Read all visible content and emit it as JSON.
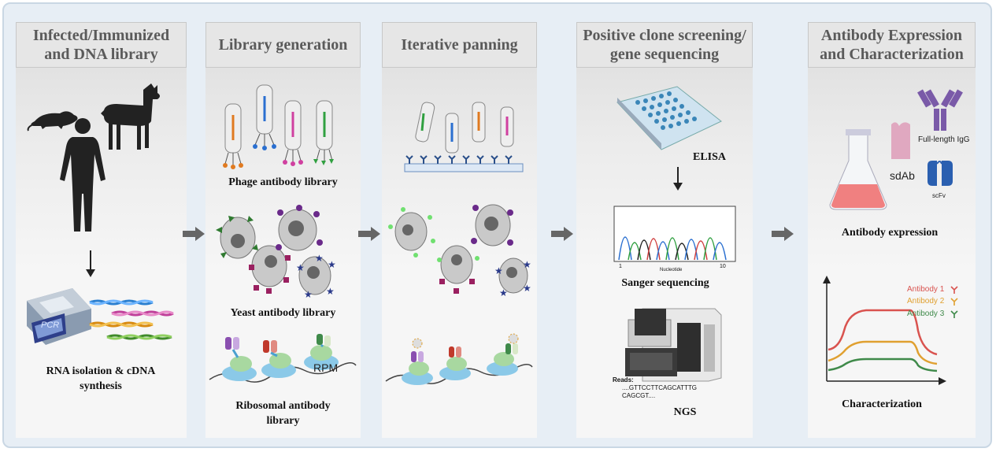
{
  "stages": [
    {
      "title": "Infected/Immunized\nand DNA library"
    },
    {
      "title": "Library generation"
    },
    {
      "title": "Iterative panning"
    },
    {
      "title": "Positive clone screening/\ngene sequencing"
    },
    {
      "title": "Antibody Expression\nand Characterization"
    }
  ],
  "stage1": {
    "pcr_label": "PCR",
    "caption": "RNA isolation & cDNA\nsynthesis"
  },
  "stage2": {
    "phage_caption": "Phage antibody library",
    "yeast_caption": "Yeast antibody library",
    "rpm_label": "RPM",
    "ribosome_caption": "Ribosomal antibody\nlibrary"
  },
  "stage4": {
    "elisa_label": "ELISA",
    "axis_start": "1",
    "axis_end": "10",
    "axis_label": "Nucleotide",
    "sanger_caption": "Sanger sequencing",
    "reads_label": "Reads:",
    "reads_seq": "....GTTCCTTCAGCATTTG\nCAGCGT....",
    "ngs_caption": "NGS"
  },
  "stage5": {
    "igg_label": "Full-length IgG",
    "sdab_label": "sdAb",
    "scfv_label": "scFv",
    "expression_caption": "Antibody expression",
    "characterization_caption": "Characterization",
    "legend": [
      {
        "name": "Antibody 1",
        "color": "#d9534f"
      },
      {
        "name": "Antibody 2",
        "color": "#e0a030"
      },
      {
        "name": "Antibody 3",
        "color": "#3f8a4a"
      }
    ]
  },
  "colors": {
    "header_bg": "#e6e6e6",
    "header_text": "#5a5a5a",
    "frame_bg": "#e7eef5",
    "arrow": "#666666"
  }
}
